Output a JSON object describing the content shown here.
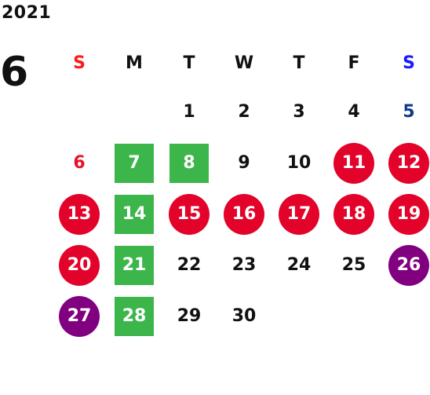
{
  "calendar": {
    "year": "2021",
    "month": "6",
    "weekdays": [
      "S",
      "M",
      "T",
      "W",
      "T",
      "F",
      "S"
    ],
    "colors": {
      "sunday_text": "#e8102b",
      "saturday_text": "#123a8c",
      "red_circle": "#e3032a",
      "purple_circle": "#800080",
      "green_square": "#3cb54a"
    },
    "weeks": [
      [
        {
          "day": "",
          "mark": "none"
        },
        {
          "day": "",
          "mark": "none"
        },
        {
          "day": "1",
          "mark": "none"
        },
        {
          "day": "2",
          "mark": "none"
        },
        {
          "day": "3",
          "mark": "none"
        },
        {
          "day": "4",
          "mark": "none"
        },
        {
          "day": "5",
          "mark": "none"
        }
      ],
      [
        {
          "day": "6",
          "mark": "none"
        },
        {
          "day": "7",
          "mark": "green-square"
        },
        {
          "day": "8",
          "mark": "green-square"
        },
        {
          "day": "9",
          "mark": "none"
        },
        {
          "day": "10",
          "mark": "none"
        },
        {
          "day": "11",
          "mark": "red-circle"
        },
        {
          "day": "12",
          "mark": "red-circle"
        }
      ],
      [
        {
          "day": "13",
          "mark": "red-circle"
        },
        {
          "day": "14",
          "mark": "green-square"
        },
        {
          "day": "15",
          "mark": "red-circle"
        },
        {
          "day": "16",
          "mark": "red-circle"
        },
        {
          "day": "17",
          "mark": "red-circle"
        },
        {
          "day": "18",
          "mark": "red-circle"
        },
        {
          "day": "19",
          "mark": "red-circle"
        }
      ],
      [
        {
          "day": "20",
          "mark": "red-circle"
        },
        {
          "day": "21",
          "mark": "green-square"
        },
        {
          "day": "22",
          "mark": "none"
        },
        {
          "day": "23",
          "mark": "none"
        },
        {
          "day": "24",
          "mark": "none"
        },
        {
          "day": "25",
          "mark": "none"
        },
        {
          "day": "26",
          "mark": "purple-circle"
        }
      ],
      [
        {
          "day": "27",
          "mark": "purple-circle"
        },
        {
          "day": "28",
          "mark": "green-square"
        },
        {
          "day": "29",
          "mark": "none"
        },
        {
          "day": "30",
          "mark": "none"
        },
        {
          "day": "",
          "mark": "none"
        },
        {
          "day": "",
          "mark": "none"
        },
        {
          "day": "",
          "mark": "none"
        }
      ]
    ]
  }
}
